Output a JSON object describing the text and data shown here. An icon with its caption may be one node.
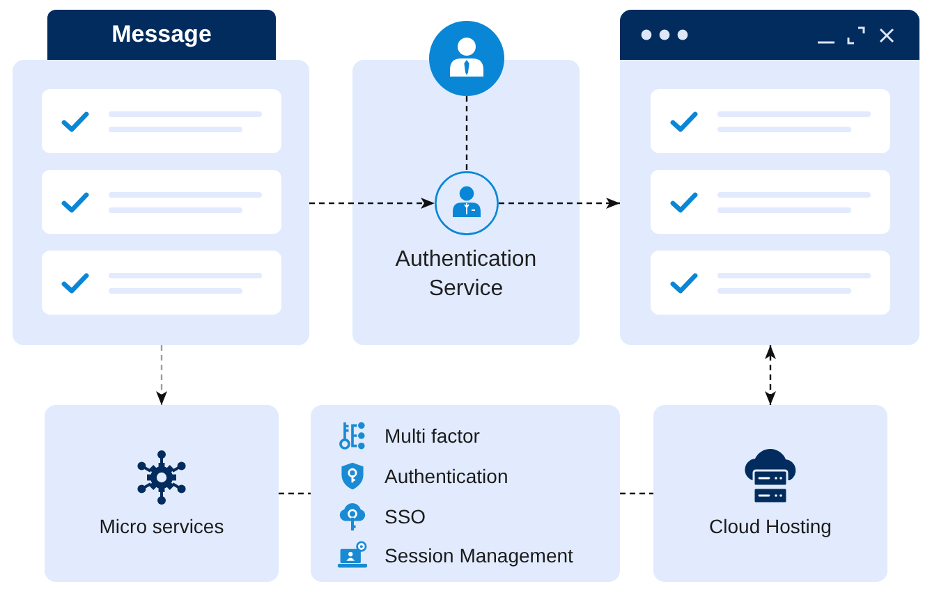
{
  "diagram": {
    "nodes": [
      {
        "text": [
          "Message"
        ]
      },
      {
        "text": [],
        "shape": "circle"
      },
      {
        "text": [
          "Authentication Service"
        ]
      },
      {
        "text": [],
        "shape": "circle",
        "in": 2
      },
      {
        "text": [],
        "shape": "box"
      },
      {
        "text": [
          "Micro services"
        ]
      },
      {
        "text": [
          "Multi factor",
          "Authentication",
          "SSO",
          "Session Management"
        ]
      },
      {
        "text": [
          "Cloud Hosting"
        ]
      }
    ],
    "edges": [
      {
        "from": 0,
        "to": 3,
        "arrow": "to",
        "style": "dashed"
      },
      {
        "from": 1,
        "to": 3,
        "arrow": "none",
        "style": "dashed"
      },
      {
        "from": 3,
        "to": 4,
        "arrow": "to",
        "style": "dashed"
      },
      {
        "from": 4,
        "to": 7,
        "arrow": "both",
        "style": "dashed"
      },
      {
        "from": 0,
        "to": 5,
        "arrow": "to",
        "style": "dashed",
        "color": "#9e9e9e"
      },
      {
        "from": 5,
        "to": 6,
        "arrow": "none",
        "style": "dashed"
      },
      {
        "from": 6,
        "to": 7,
        "arrow": "none",
        "style": "dashed"
      }
    ]
  }
}
